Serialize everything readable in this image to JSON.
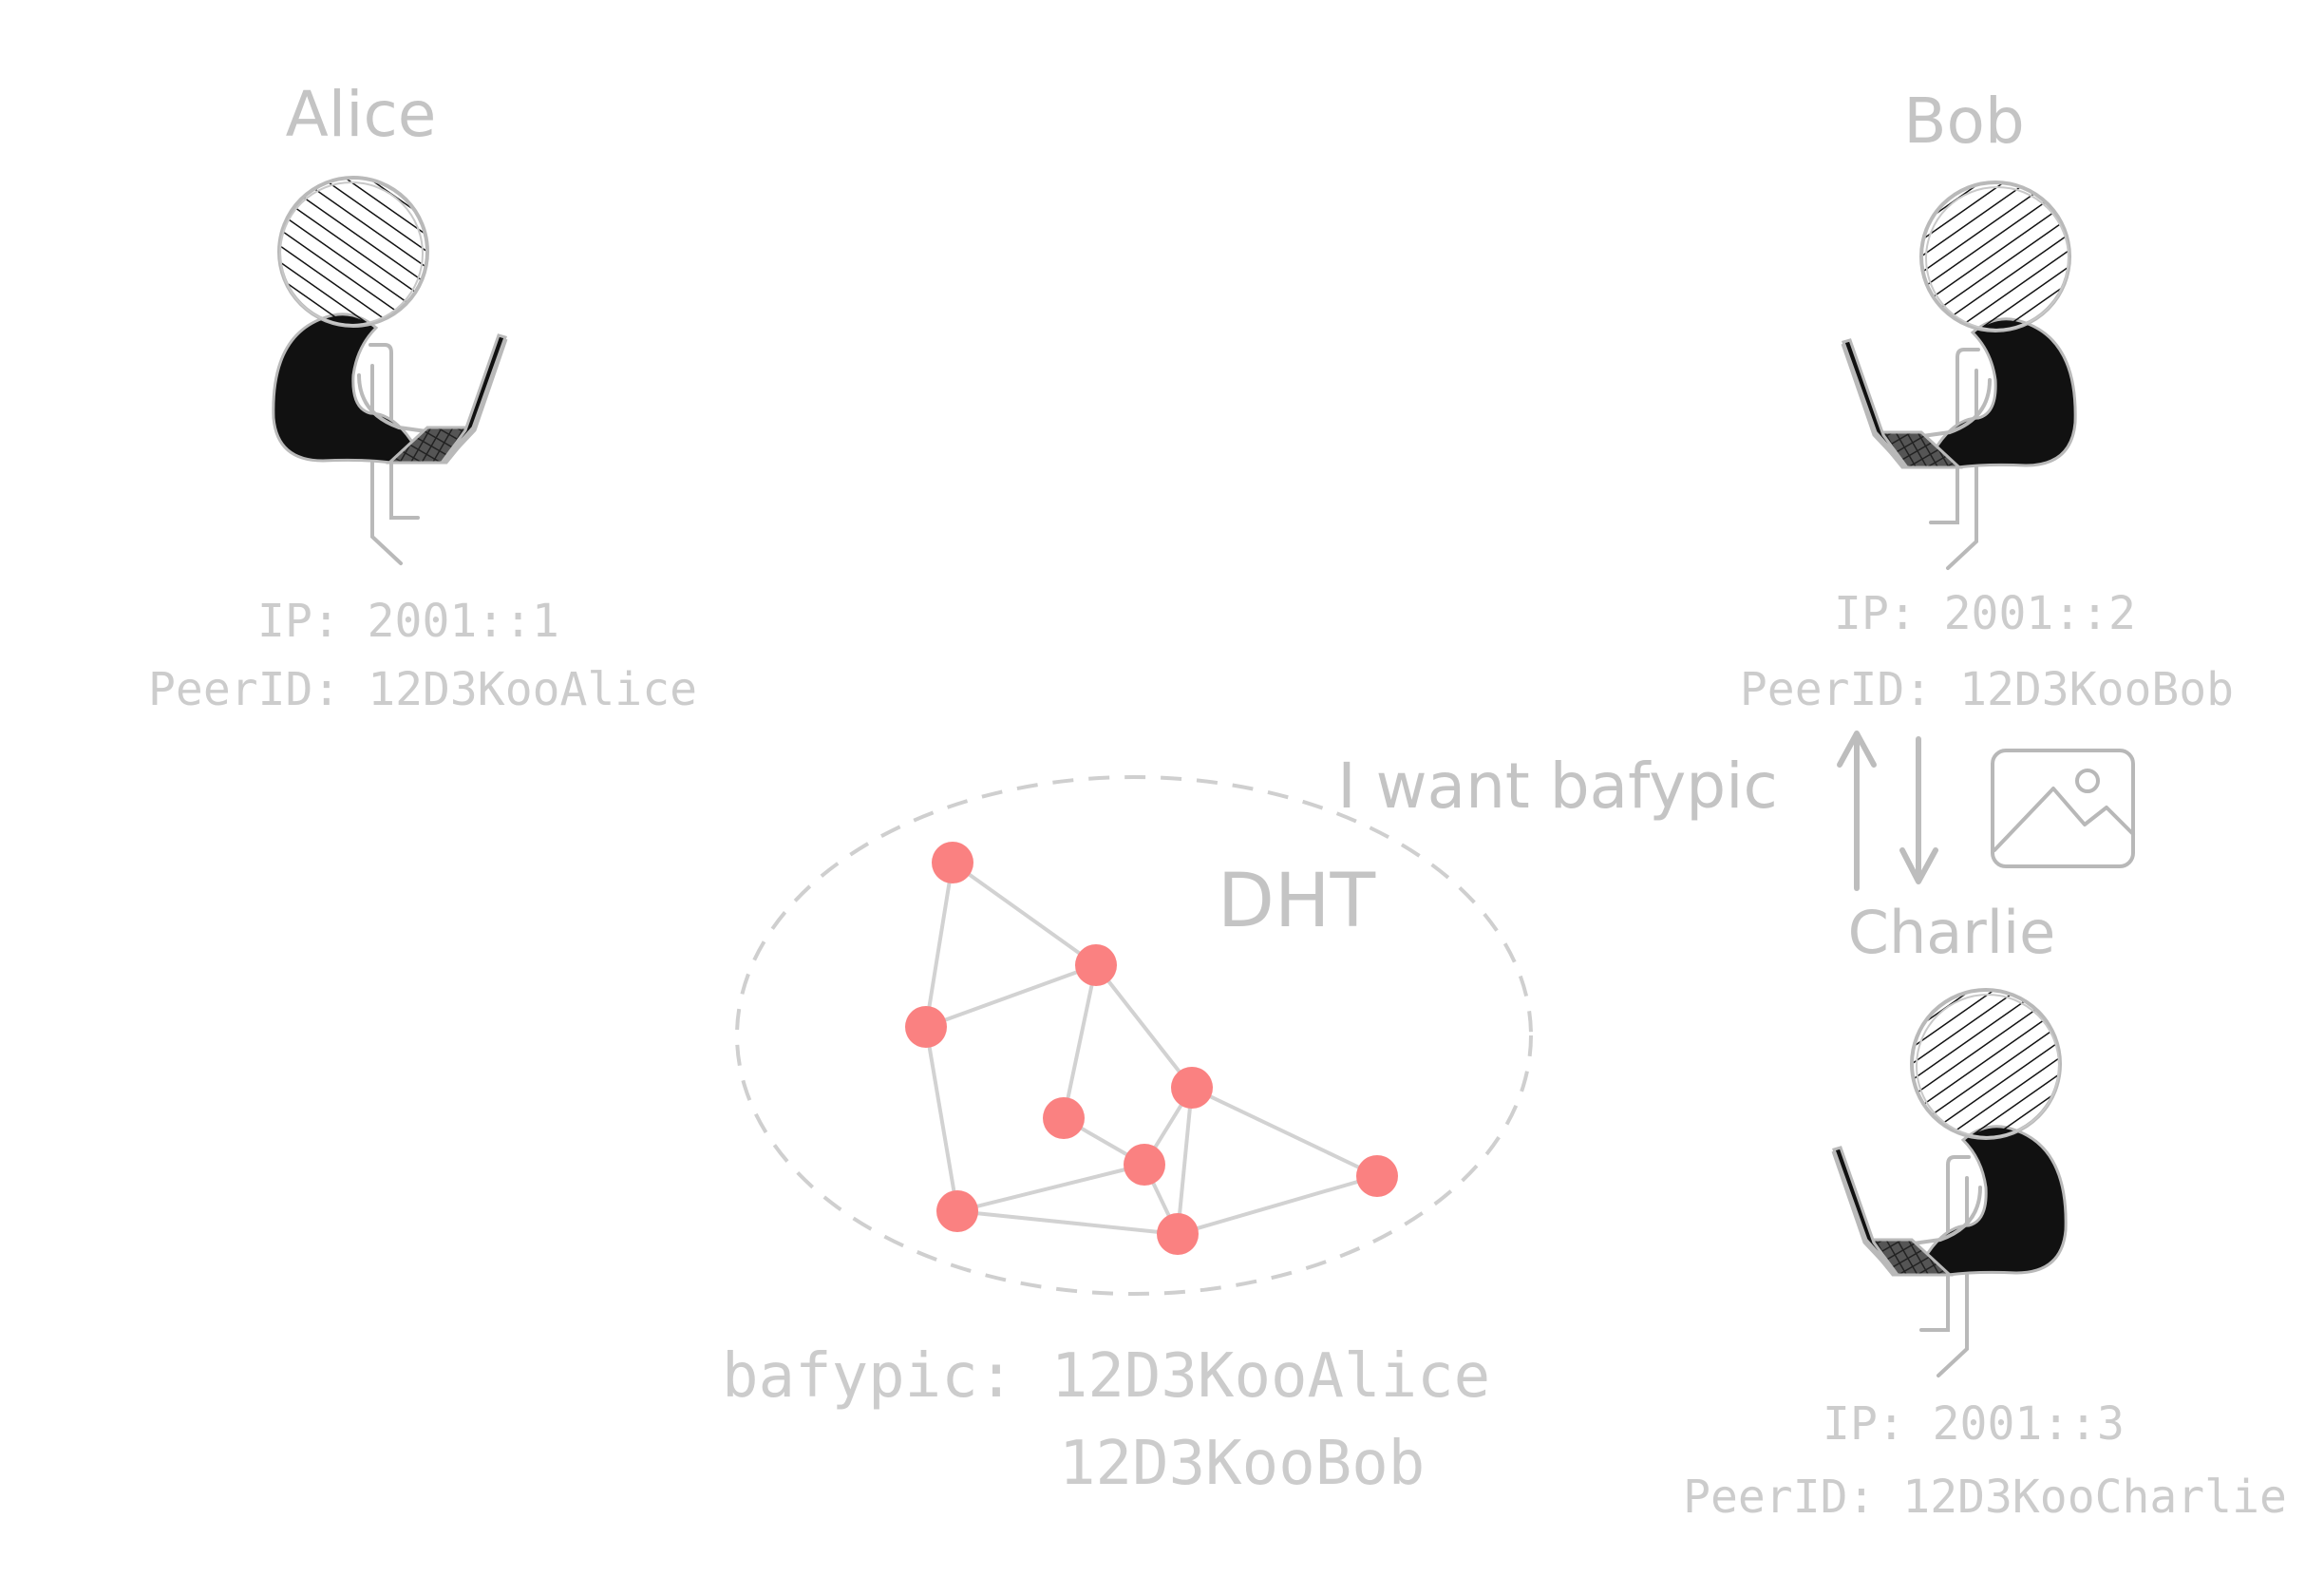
{
  "peers": [
    {
      "id": "alice",
      "name": "Alice",
      "ip": "IP: 2001::1",
      "peer_id": "PeerID: 12D3KooAlice"
    },
    {
      "id": "bob",
      "name": "Bob",
      "ip": "IP: 2001::2",
      "peer_id": "PeerID: 12D3KooBob"
    },
    {
      "id": "charlie",
      "name": "Charlie",
      "ip": "IP: 2001::3",
      "peer_id": "PeerID: 12D3KooCharlie"
    }
  ],
  "dht": {
    "label": "DHT",
    "record_line1": "bafypic: 12D3KooAlice",
    "record_line2": "12D3KooBob"
  },
  "request": {
    "label": "I want bafypic",
    "response_icon": "image-icon"
  },
  "colors": {
    "node": "#fa8181",
    "text": "#c4c4c4",
    "figure": "#111111"
  }
}
